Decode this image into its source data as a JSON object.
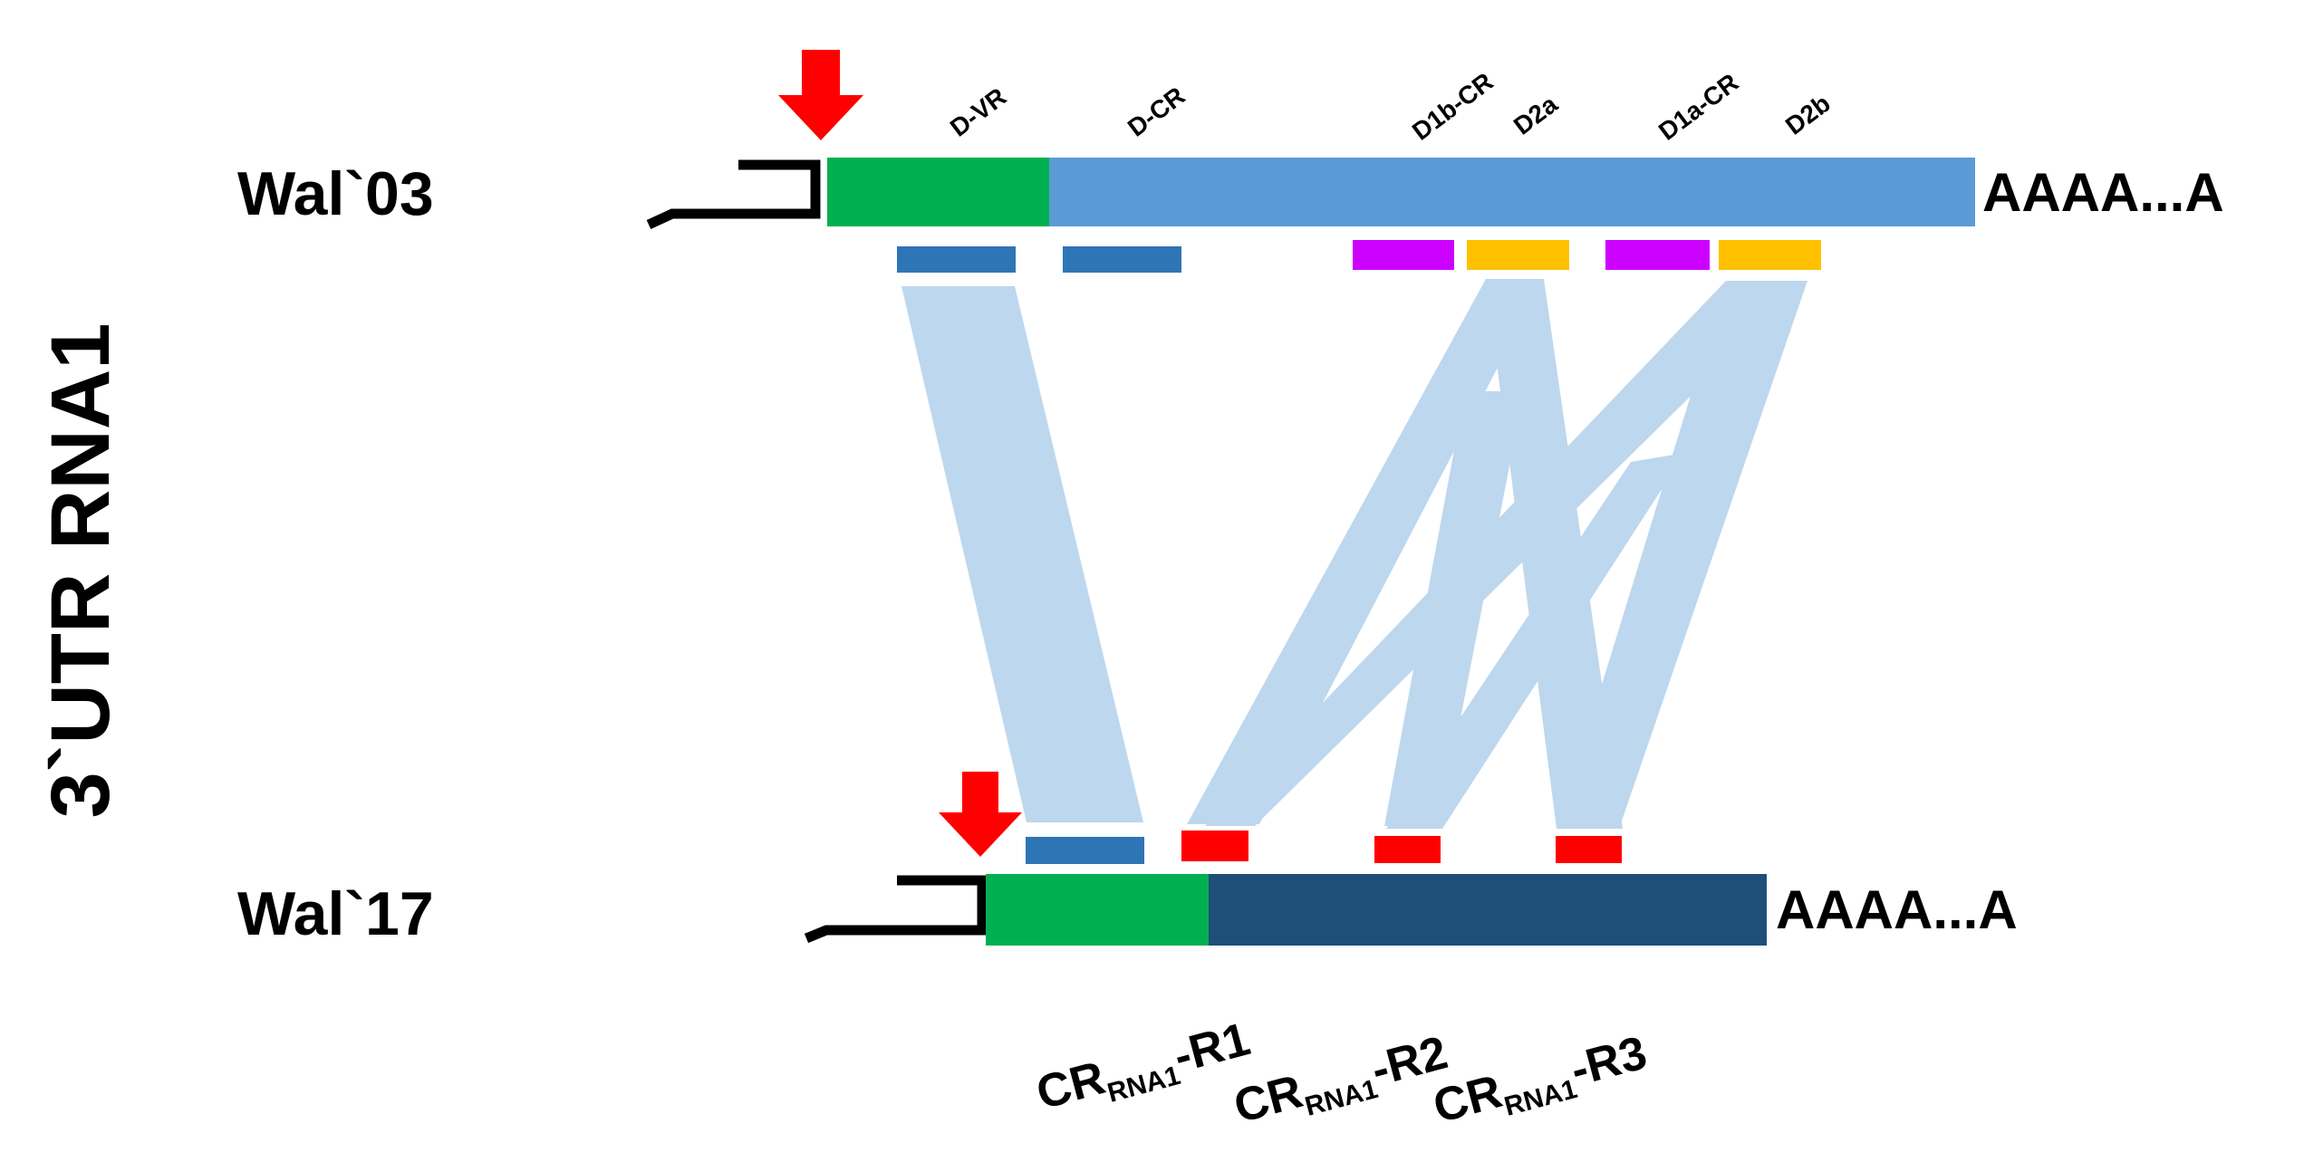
{
  "side_title": "3`UTR RNA1",
  "wal03": {
    "name": "Wal`03",
    "polyA": "AAAA...A",
    "region_labels": [
      "D-VR",
      "D-CR",
      "D1b-CR",
      "D2a",
      "D1a-CR",
      "D2b"
    ]
  },
  "wal17": {
    "name": "Wal`17",
    "polyA": "AAAA...A",
    "cr_labels": [
      {
        "main": "CR",
        "sub": "RNA1",
        "suffix": "-R1"
      },
      {
        "main": "CR",
        "sub": "RNA1",
        "suffix": "-R2"
      },
      {
        "main": "CR",
        "sub": "RNA1",
        "suffix": "-R3"
      }
    ]
  },
  "colors": {
    "green": "#00b050",
    "light_blue": "#5b9bd5",
    "dark_navy": "#1f4e79",
    "mid_blue": "#2e75b6",
    "magenta": "#cc00ff",
    "orange": "#ffc000",
    "red": "#ff0000",
    "band": "#bdd7ee"
  },
  "icons": [
    "down-arrow-icon",
    "start-bracket-icon"
  ]
}
